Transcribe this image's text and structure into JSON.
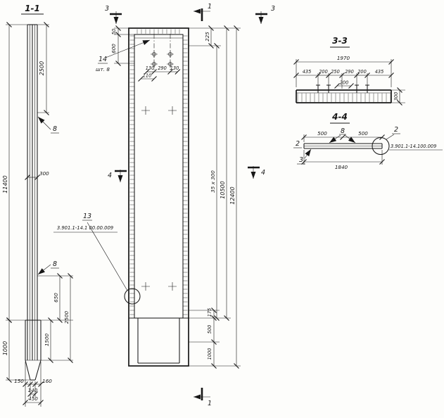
{
  "views": {
    "left": {
      "title": "1-1",
      "dim_total_h": "11400",
      "dim_top": "2500",
      "dim_width": "300",
      "pos_rebar_top": "8",
      "pos_rebar_bottom": "8",
      "dim_650": "650",
      "dim_2500_bottom": "2500",
      "dim_1500": "1500",
      "dim_1000": "1000",
      "dim_150": "150",
      "dim_140": "140",
      "dim_160": "160",
      "dim_450": "450"
    },
    "main": {
      "mark_3_left": "3",
      "mark_3_right": "3",
      "mark_1_top": "1",
      "mark_1_bottom": "1",
      "mark_4_left": "4",
      "mark_4_right": "4",
      "dim_50": "50",
      "dim_600": "600",
      "pos_14": "14",
      "pos_14_qty": "шт. 8",
      "dim_130_left": "130",
      "dim_290": "290",
      "dim_130_right": "130",
      "dim_110": "110",
      "dim_225": "225",
      "dim_spacing": "35 x 300",
      "dim_10500": "10500",
      "dim_12400": "12400",
      "dim_175": "175",
      "dim_500": "500",
      "dim_1000": "1000",
      "pos_13": "13",
      "ref_13": "3.901.1-14.1 00.00.009"
    },
    "sec33": {
      "title": "3-3",
      "dim_1970": "1970",
      "dim_435_l": "435",
      "dim_200_l": "200",
      "dim_250": "250",
      "dim_290": "290",
      "dim_200_r": "200",
      "dim_435_r": "435",
      "dim_200_c": "200",
      "dim_300": "300"
    },
    "sec44": {
      "title": "4-4",
      "dim_500_l": "500",
      "pos_8": "8",
      "dim_500_r": "500",
      "pos_2_right": "2",
      "pos_2_left": "2",
      "pos_3": "3",
      "ref_2": "3.901.1-14.100.009",
      "dim_1840": "1840"
    }
  }
}
